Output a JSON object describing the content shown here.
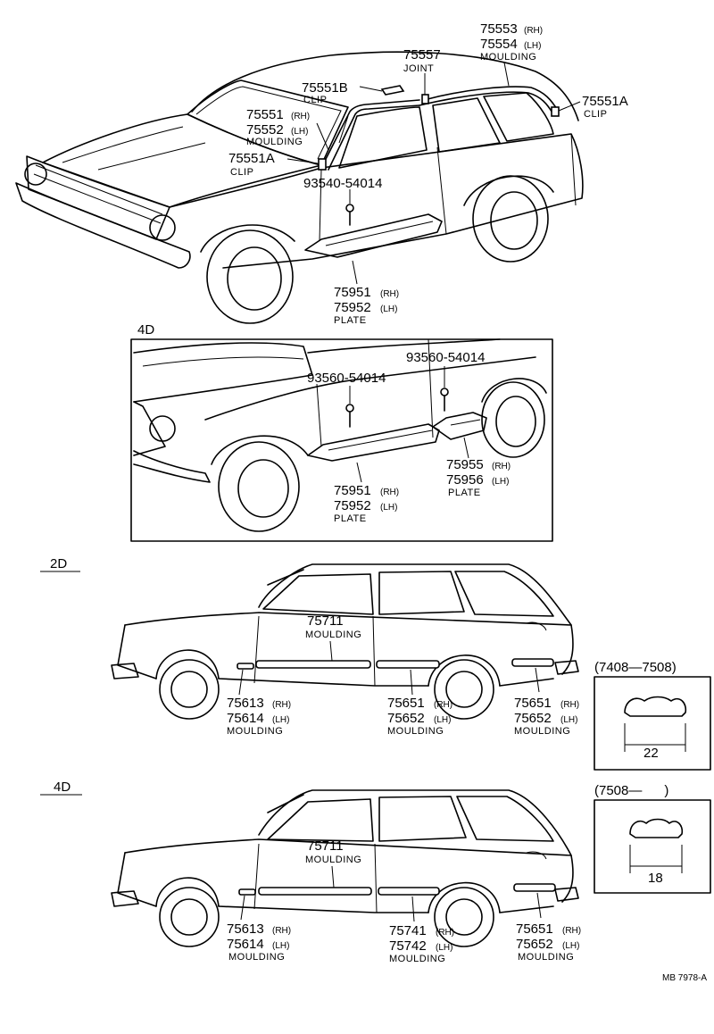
{
  "sections": {
    "top_4d": "4D",
    "side_2d": "2D",
    "side_4d": "4D"
  },
  "callouts": {
    "p75553": "75553",
    "p75553_side": "(RH)",
    "p75554": "75554",
    "p75554_side": "(LH)",
    "moulding_roof": "MOULDING",
    "p75557": "75557",
    "joint": "JOINT",
    "p75551B": "75551B",
    "clip_b": "CLIP",
    "p75551A_r": "75551A",
    "clip_ar": "CLIP",
    "p75551": "75551",
    "p75551_side": "(RH)",
    "p75552": "75552",
    "p75552_side": "(LH)",
    "moulding_ws": "MOULDING",
    "p75551A_l": "75551A",
    "clip_al": "CLIP",
    "p93540": "93540-54014",
    "p75951": "75951",
    "p75951_side": "(RH)",
    "p75952": "75952",
    "p75952_side": "(LH)",
    "plate_1": "PLATE",
    "p93560_a": "93560-54014",
    "p93560_b": "93560-54014",
    "p75955": "75955",
    "p75955_side": "(RH)",
    "p75956": "75956",
    "p75956_side": "(LH)",
    "plate_rear": "PLATE",
    "p75951_b": "75951",
    "p75951_b_side": "(RH)",
    "p75952_b": "75952",
    "p75952_b_side": "(LH)",
    "plate_2": "PLATE",
    "p75711_a": "75711",
    "moulding_711a": "MOULDING",
    "p75613_a": "75613",
    "p75613_a_side": "(RH)",
    "p75614_a": "75614",
    "p75614_a_side": "(LH)",
    "moulding_613a": "MOULDING",
    "p75651_a": "75651",
    "p75651_a_side": "(RH)",
    "p75652_a": "75652",
    "p75652_a_side": "(LH)",
    "moulding_651a": "MOULDING",
    "p75651_b": "75651",
    "p75651_b_side": "(RH)",
    "p75652_b": "75652",
    "p75652_b_side": "(LH)",
    "moulding_651b": "MOULDING",
    "p75711_b": "75711",
    "moulding_711b": "MOULDING",
    "p75613_b": "75613",
    "p75613_b_side": "(RH)",
    "p75614_b": "75614",
    "p75614_b_side": "(LH)",
    "moulding_613b": "MOULDING",
    "p75741": "75741",
    "p75741_side": "(RH)",
    "p75742": "75742",
    "p75742_side": "(LH)",
    "moulding_741": "MOULDING",
    "p75651_c": "75651",
    "p75651_c_side": "(RH)",
    "p75652_c": "75652",
    "p75652_c_side": "(LH)",
    "moulding_651c": "MOULDING"
  },
  "sections_detail": {
    "range_1": "(7408—7508)",
    "width_1": "22",
    "range_2": "(7508—      )",
    "width_2": "18"
  },
  "footer": {
    "code": "MB 7978-A"
  }
}
